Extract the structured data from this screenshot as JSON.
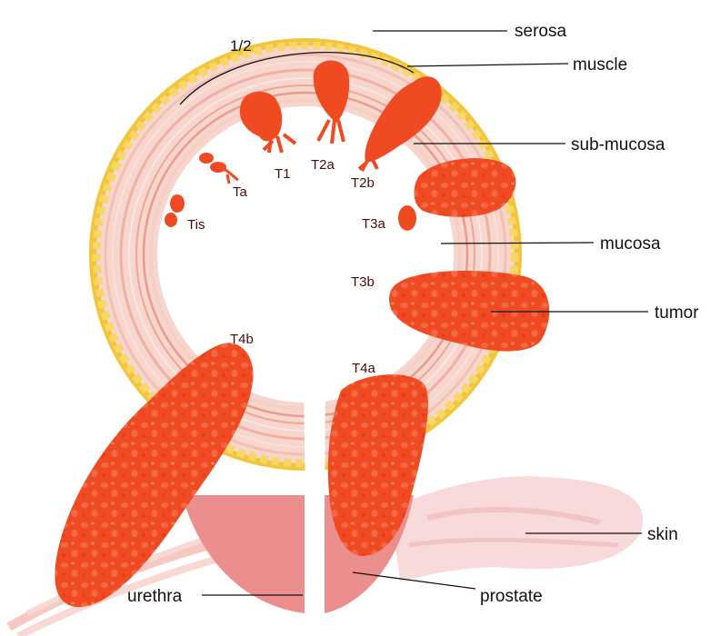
{
  "labels": {
    "serosa": "serosa",
    "muscle": "muscle",
    "sub_mucosa": "sub-mucosa",
    "mucosa": "mucosa",
    "tumor": "tumor",
    "skin": "skin",
    "prostate": "prostate",
    "urethra": "urethra",
    "half": "1/2"
  },
  "stages": {
    "tis": "Tis",
    "ta": "Ta",
    "t1": "T1",
    "t2a": "T2a",
    "t2b": "T2b",
    "t3a": "T3a",
    "t3b": "T3b",
    "t4a": "T4a",
    "t4b": "T4b"
  },
  "colors": {
    "tumor": "#ef4a22",
    "tumor_spot": "#f26a45",
    "serosa": "#f2c53a",
    "serosa_dots": "#f7d765",
    "wall": "#f7d4cc",
    "wall_line": "#ec9a8c",
    "prostate": "#ec8e8e",
    "skin": "#f7d6d6"
  }
}
